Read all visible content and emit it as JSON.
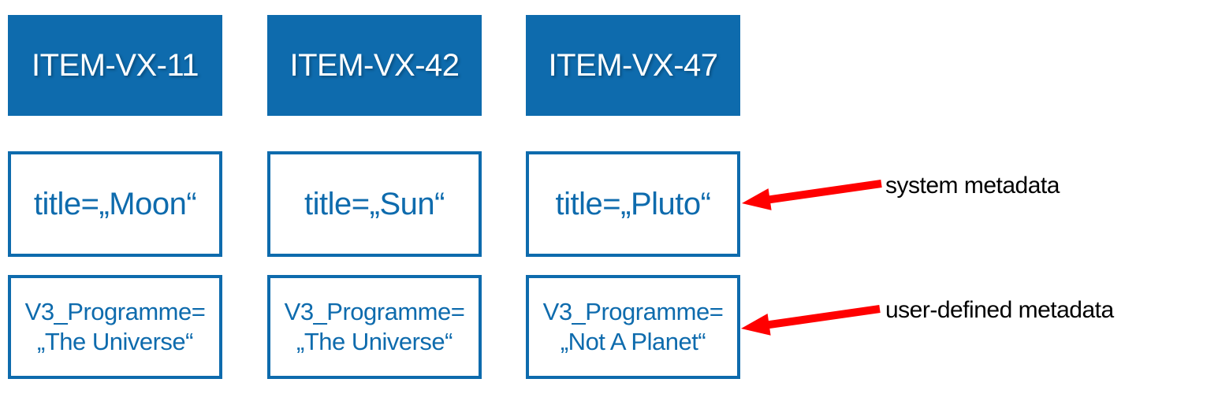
{
  "colors": {
    "primary_blue": "#0E6BAD",
    "arrow_red": "#FF0000",
    "header_text": "#FFFFFF",
    "annotation_text": "#000000",
    "canvas_bg": "#FFFFFF"
  },
  "items": [
    {
      "header": "ITEM-VX-11",
      "system_metadata": "title=„Moon“",
      "user_metadata": {
        "line1": "V3_Programme=",
        "line2": "„The Universe“"
      }
    },
    {
      "header": "ITEM-VX-42",
      "system_metadata": "title=„Sun“",
      "user_metadata": {
        "line1": "V3_Programme=",
        "line2": "„The Universe“"
      }
    },
    {
      "header": "ITEM-VX-47",
      "system_metadata": "title=„Pluto“",
      "user_metadata": {
        "line1": "V3_Programme=",
        "line2": "„Not A Planet“"
      }
    }
  ],
  "annotations": [
    {
      "label": "system metadata"
    },
    {
      "label": "user-defined metadata"
    }
  ]
}
